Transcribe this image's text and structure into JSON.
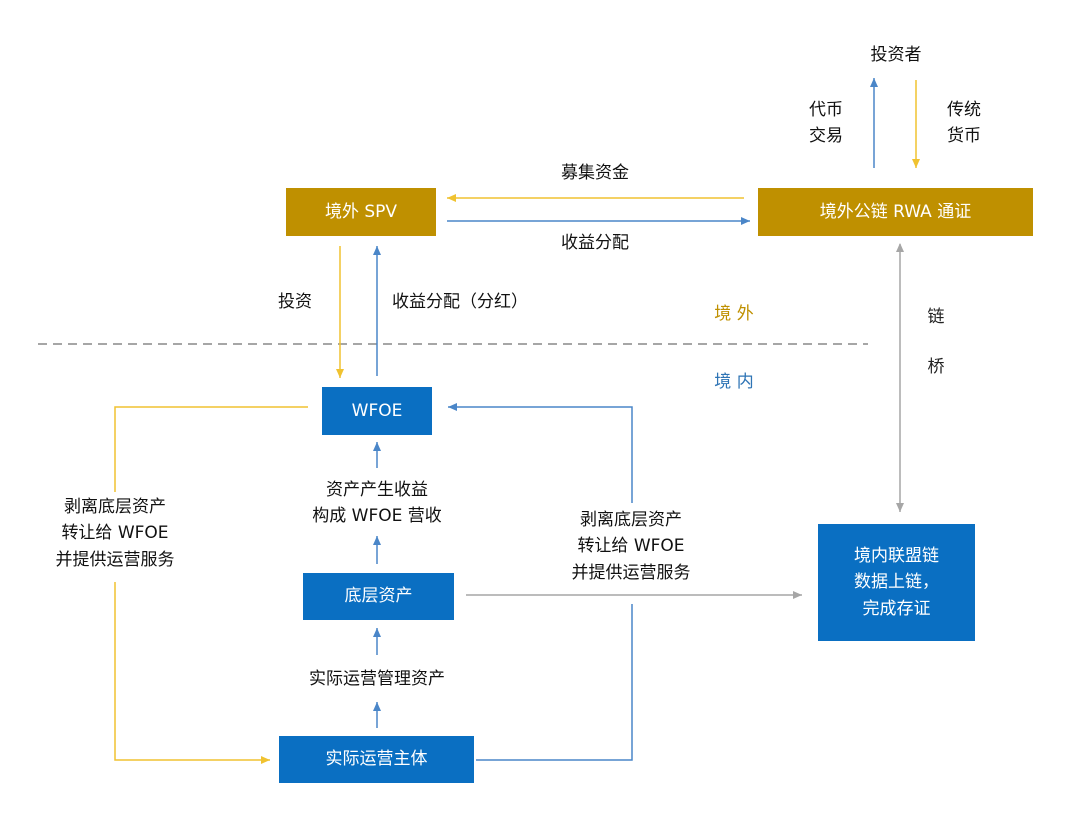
{
  "nodes": {
    "investor": "投资者",
    "spv": "境外 SPV",
    "rwa_token": "境外公链 RWA 通证",
    "wfoe": "WFOE",
    "underlying_asset": "底层资产",
    "operating_entity": "实际运营主体",
    "consortium_chain": [
      "境内联盟链",
      "数据上链，",
      "完成存证"
    ]
  },
  "edges": {
    "token_trade": [
      "代币",
      "交易"
    ],
    "fiat_currency": [
      "传统",
      "货币"
    ],
    "raise_funds": "募集资金",
    "income_distribution": "收益分配",
    "investment": "投资",
    "dividend_distribution": "收益分配（分红）",
    "chain_bridge": [
      "链",
      "桥"
    ],
    "asset_income": [
      "资产产生收益",
      "构成 WFOE 营收"
    ],
    "actual_management": "实际运营管理资产",
    "strip_transfer_left": [
      "剥离底层资产",
      "转让给 WFOE",
      "并提供运营服务"
    ],
    "strip_transfer_right": [
      "剥离底层资产",
      "转让给 WFOE",
      "并提供运营服务"
    ]
  },
  "regions": {
    "offshore": "境 外",
    "onshore": "境 内"
  },
  "colors": {
    "gold": "#bf9000",
    "blue": "#0a6fc2",
    "arrow_blue": "#4a86c8",
    "arrow_gold": "#f0c230",
    "gray": "#a6a6a6",
    "onshore_text": "#2e74b5"
  }
}
